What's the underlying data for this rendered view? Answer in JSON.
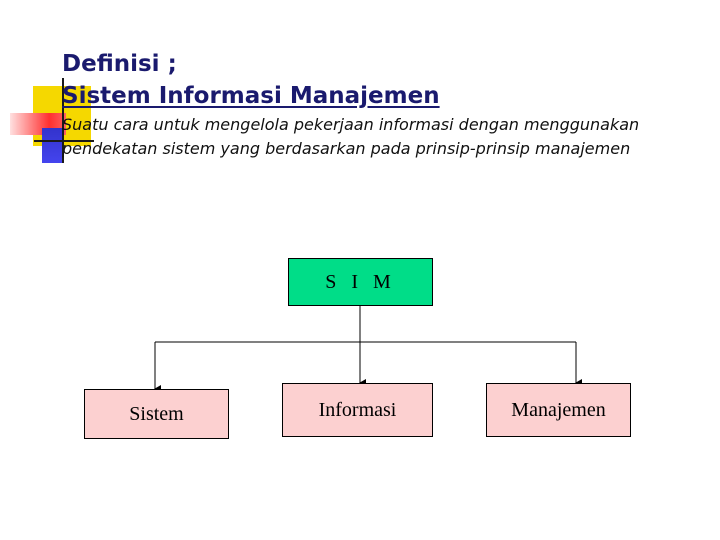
{
  "slide": {
    "title_line1": "Definisi ;",
    "title_line2": "Sistem Informasi Manajemen",
    "definition": "Suatu cara untuk mengelola pekerjaan informasi dengan menggunakan pendekatan sistem yang berdasarkan pada prinsip-prinsip manajemen"
  },
  "diagram": {
    "root": {
      "label": "S I M",
      "color": "#00dd88"
    },
    "children": [
      {
        "label": "Sistem"
      },
      {
        "label": "Informasi"
      },
      {
        "label": "Manajemen"
      }
    ],
    "child_color": "#fcd0d0"
  },
  "colors": {
    "title": "#1a1a6e",
    "deco_yellow": "#f5d800",
    "deco_red": "#ff3030",
    "deco_blue": "#3333cc"
  }
}
